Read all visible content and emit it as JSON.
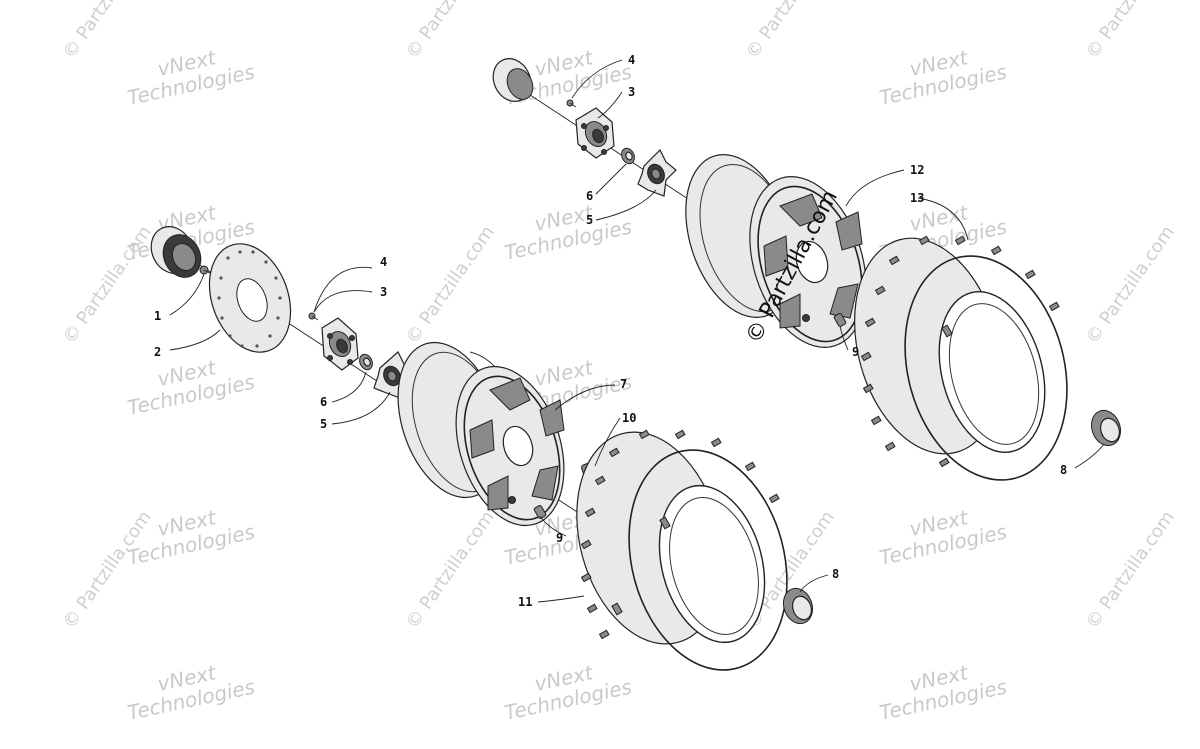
{
  "diagram": {
    "type": "exploded-parts-diagram",
    "callouts": [
      {
        "id": "c1",
        "label": "1"
      },
      {
        "id": "c2",
        "label": "2"
      },
      {
        "id": "c3a",
        "label": "3"
      },
      {
        "id": "c4a",
        "label": "4"
      },
      {
        "id": "c5a",
        "label": "5"
      },
      {
        "id": "c6a",
        "label": "6"
      },
      {
        "id": "c3b",
        "label": "3"
      },
      {
        "id": "c4b",
        "label": "4"
      },
      {
        "id": "c5b",
        "label": "5"
      },
      {
        "id": "c6b",
        "label": "6"
      },
      {
        "id": "c7",
        "label": "7"
      },
      {
        "id": "c8a",
        "label": "8"
      },
      {
        "id": "c8b",
        "label": "8"
      },
      {
        "id": "c9a",
        "label": "9"
      },
      {
        "id": "c9b",
        "label": "9"
      },
      {
        "id": "c10",
        "label": "10"
      },
      {
        "id": "c11",
        "label": "11"
      },
      {
        "id": "c12",
        "label": "12"
      },
      {
        "id": "c13",
        "label": "13"
      }
    ],
    "watermarks": {
      "vnext_line1": "vNext",
      "vnext_line2": "Technologies",
      "partzilla": "© Partzilla.com"
    },
    "center_copyright": "© Partzilla.com"
  }
}
